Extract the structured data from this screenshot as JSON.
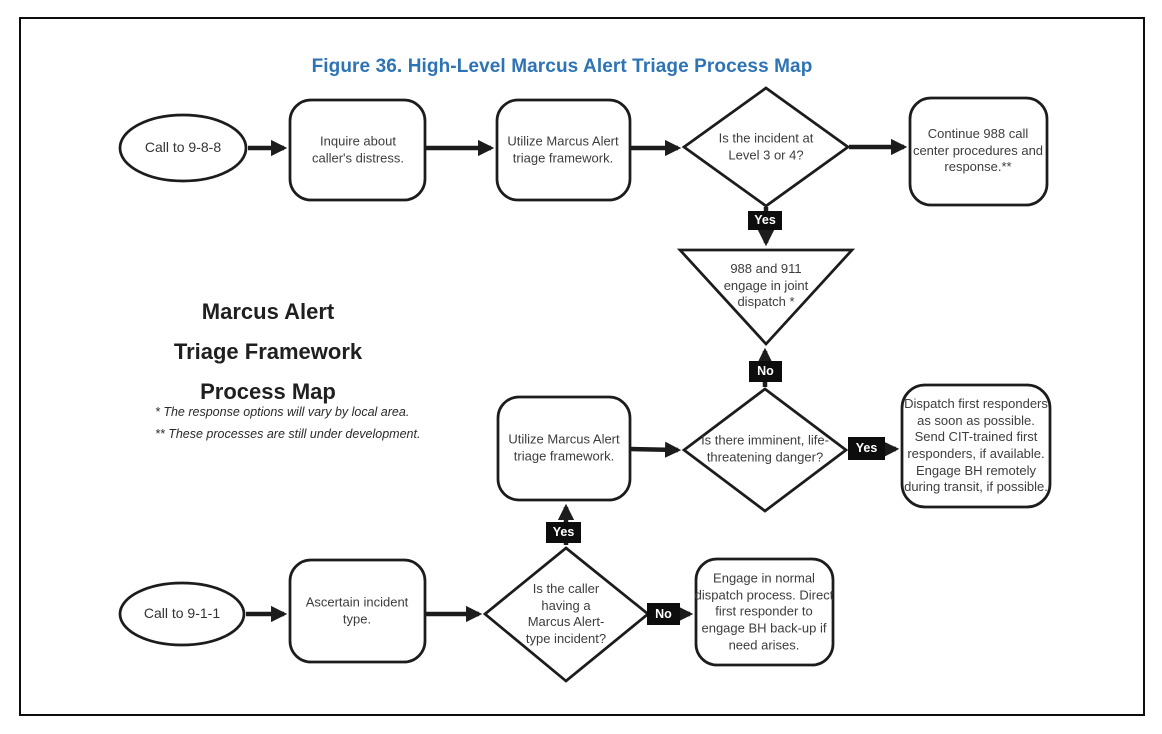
{
  "figure_title": "Figure 36. High-Level Marcus Alert Triage Process Map",
  "side_title": {
    "line1": "Marcus Alert",
    "line2": "Triage Framework",
    "line3": "Process Map"
  },
  "footnotes": {
    "note1": "* The response options will vary by local area.",
    "note2": "** These processes are still under development."
  },
  "nodes": {
    "call_988": "Call to 9-8-8",
    "inquire_distress": "Inquire about caller's distress.",
    "utilize_framework_top": "Utilize Marcus Alert triage framework.",
    "incident_level": "Is the incident at Level 3 or 4?",
    "continue_988": "Continue 988 call center procedures and response.**",
    "joint_dispatch": "988 and 911 engage in joint dispatch *",
    "imminent_danger": "Is there imminent, life-threatening danger?",
    "dispatch_responders": "Dispatch first responders as soon as possible. Send CIT-trained first responders, if available. Engage BH remotely during transit, if possible.",
    "utilize_framework_mid": "Utilize Marcus Alert triage framework.",
    "marcus_type_incident": "Is the caller having a Marcus Alert-type incident?",
    "normal_dispatch": "Engage in normal dispatch process. Direct first responder to engage BH back-up if need arises.",
    "call_911": "Call to 9-1-1",
    "ascertain_incident": "Ascertain incident type."
  },
  "badges": {
    "level_yes": "Yes",
    "danger_no": "No",
    "danger_yes": "Yes",
    "marcus_yes": "Yes",
    "marcus_no": "No"
  },
  "colors": {
    "figure_title": "#2E74B5",
    "shape_stroke": "#1c1c1c",
    "badge_bg": "#0d0d0d",
    "badge_text": "#ffffff",
    "background": "#ffffff"
  },
  "edges": [
    "call_988 -> inquire_distress",
    "inquire_distress -> utilize_framework_top",
    "utilize_framework_top -> incident_level",
    "incident_level -> continue_988",
    "incident_level -(Yes)-> joint_dispatch",
    "imminent_danger -(No)-> joint_dispatch",
    "imminent_danger -(Yes)-> dispatch_responders",
    "utilize_framework_mid -> imminent_danger",
    "marcus_type_incident -(Yes)-> utilize_framework_mid",
    "marcus_type_incident -(No)-> normal_dispatch",
    "call_911 -> ascertain_incident",
    "ascertain_incident -> marcus_type_incident"
  ]
}
